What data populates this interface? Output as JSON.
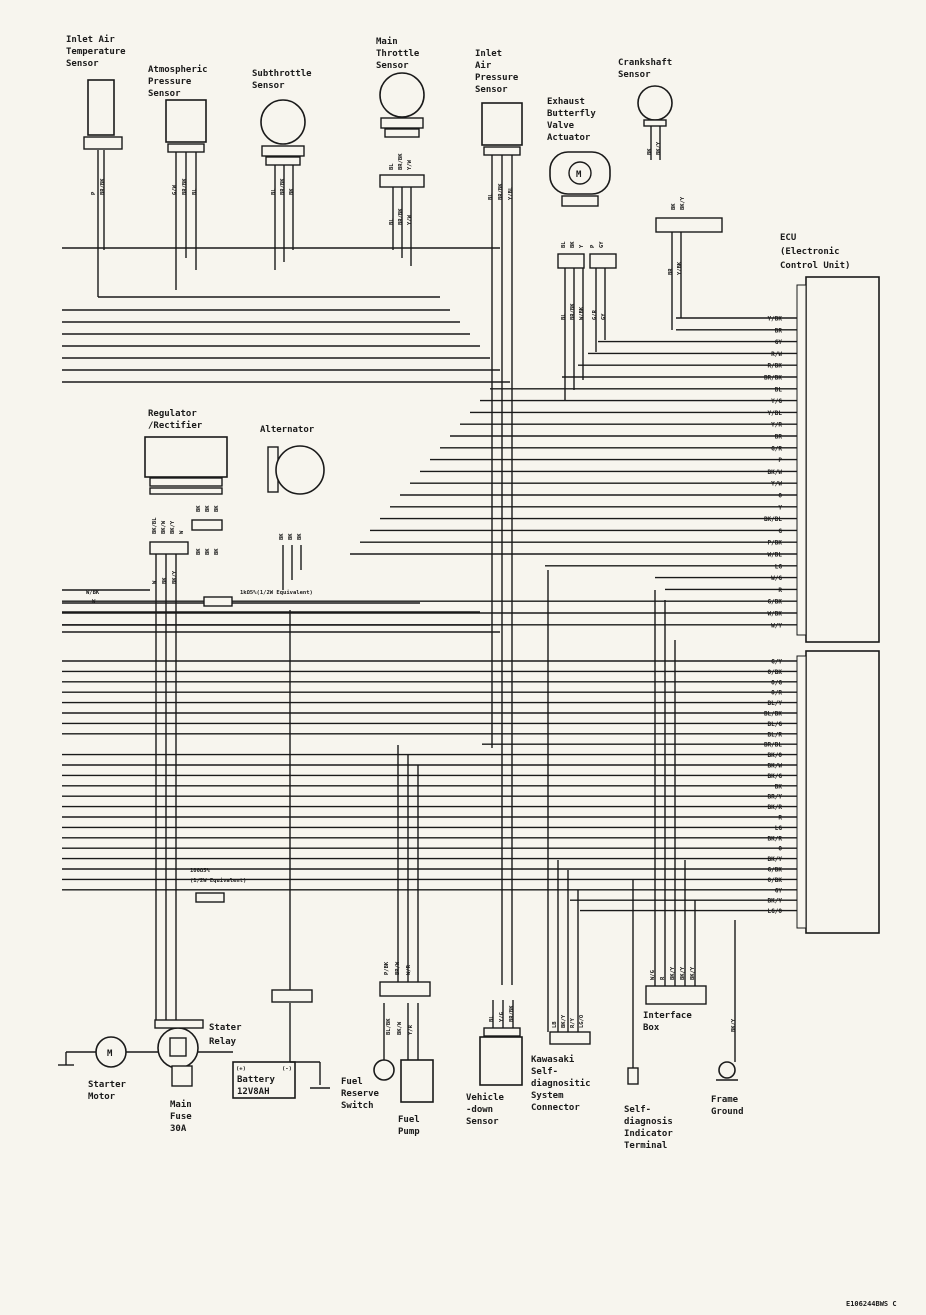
{
  "components": {
    "inlet_air_temp": [
      "Inlet Air",
      "Temperature",
      "Sensor"
    ],
    "atmospheric": [
      "Atmospheric",
      "Pressure",
      "Sensor"
    ],
    "subthrottle": [
      "Subthrottle",
      "Sensor"
    ],
    "main_throttle": [
      "Main",
      "Throttle",
      "Sensor"
    ],
    "inlet_air_pressure": [
      "Inlet",
      "Air",
      "Pressure",
      "Sensor"
    ],
    "exhaust_valve": [
      "Exhaust",
      "Butterfly",
      "Valve",
      "Actuator"
    ],
    "crankshaft": [
      "Crankshaft",
      "Sensor"
    ],
    "ecu": [
      "ECU",
      "(Electronic",
      "Control Unit)"
    ],
    "regulator": [
      "Regulator",
      "/Rectifier"
    ],
    "alternator": [
      "Alternator"
    ],
    "stater_relay": [
      "Stater",
      "Relay"
    ],
    "starter_motor": [
      "Starter",
      "Motor"
    ],
    "main_fuse": [
      "Main",
      "Fuse",
      "30A"
    ],
    "battery": [
      "Battery",
      "12V8AH"
    ],
    "fuel_reserve": [
      "Fuel",
      "Reserve",
      "Switch"
    ],
    "fuel_pump": [
      "Fuel",
      "Pump"
    ],
    "vehicle_down": [
      "Vehicle",
      "-down",
      "Sensor"
    ],
    "kawasaki_diag": [
      "Kawasaki",
      "Self-",
      "diagnositic",
      "System",
      "Connector"
    ],
    "self_diag_terminal": [
      "Self-",
      "diagnosis",
      "Indicator",
      "Terminal"
    ],
    "interface_box": [
      "Interface",
      "Box"
    ],
    "frame_ground": [
      "Frame",
      "Ground"
    ]
  },
  "resistors": {
    "r1": "1kΩ5%(1/2W Equivalent)",
    "r2": [
      "100Ω5%",
      "(1/2W Equivalent)"
    ]
  },
  "symbols": {
    "motor": "M",
    "battery_plus": "(+)",
    "battery_minus": "(-)"
  },
  "ecu_pins_upper": [
    "Y/BK",
    "BR",
    "GY",
    "R/W",
    "R/BK",
    "BR/BK",
    "BL",
    "Y/G",
    "Y/BL",
    "Y/R",
    "BR",
    "G/R",
    "P",
    "BK/W",
    "Y/W",
    "O",
    "Y",
    "BK/BL",
    "G",
    "P/BK",
    "W/BL",
    "LG",
    "W/G",
    "R",
    "G/BK",
    "W/BK",
    "W/Y"
  ],
  "ecu_pins_lower": [
    "G/Y",
    "O/BK",
    "O/G",
    "O/R",
    "BL/Y",
    "BL/BK",
    "BL/G",
    "BL/R",
    "BR/BL",
    "BK/O",
    "BK/W",
    "BK/G",
    "BK",
    "BR/Y",
    "BK/R",
    "R",
    "LG",
    "BK/R",
    "O",
    "BK/Y",
    "G/BK",
    "O/BK",
    "GY",
    "BK/Y",
    "LG/O"
  ],
  "harness_left_labels": [
    "W/BK",
    "W"
  ],
  "figure_code": "E106244BWS C"
}
